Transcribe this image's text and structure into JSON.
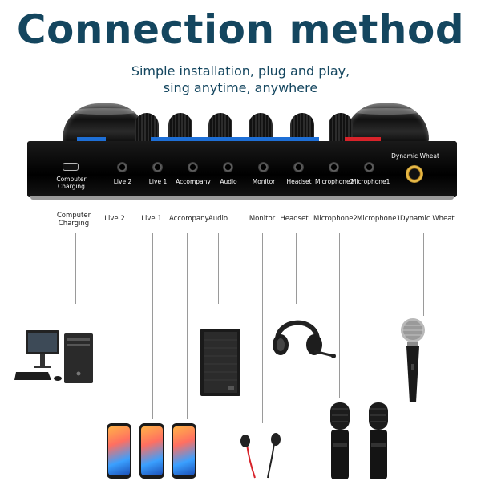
{
  "header": {
    "title": "Connection method",
    "subtitle_lines": [
      "Simple installation, plug and play,",
      "sing anytime, anywhere"
    ]
  },
  "device_ports": [
    {
      "label_line1": "Computer",
      "label_line2": "Charging"
    },
    {
      "label_line1": "Live 2"
    },
    {
      "label_line1": "Live 1"
    },
    {
      "label_line1": "Accompany"
    },
    {
      "label_line1": "Audio"
    },
    {
      "label_line1": "Monitor"
    },
    {
      "label_line1": "Headset"
    },
    {
      "label_line1": "Microphone2"
    },
    {
      "label_line1": "Microphone1"
    },
    {
      "label_line1": "Dynamic Wheat"
    }
  ],
  "connections": [
    {
      "label_line1": "Computer",
      "label_line2": "Charging",
      "icon": "desktop-computer-icon"
    },
    {
      "label_line1": "Live 2",
      "icon": "smartphone-icon"
    },
    {
      "label_line1": "Live 1",
      "icon": "smartphone-icon"
    },
    {
      "label_line1": "Accompany",
      "icon": "smartphone-icon"
    },
    {
      "label_line1": "Audio",
      "icon": "speaker-icon"
    },
    {
      "label_line1": "Monitor",
      "icon": "earphones-icon"
    },
    {
      "label_line1": "Headset",
      "icon": "headset-icon"
    },
    {
      "label_line1": "Microphone2",
      "icon": "condenser-microphone-icon"
    },
    {
      "label_line1": "Microphone1",
      "icon": "condenser-microphone-icon"
    },
    {
      "label_line1": "Dynamic Wheat",
      "icon": "dynamic-microphone-icon"
    }
  ],
  "colors": {
    "title": "#14465f",
    "accent_blue": "#1e6fd6",
    "accent_red": "#d8232a",
    "xlr_gold": "#d8a02a"
  }
}
